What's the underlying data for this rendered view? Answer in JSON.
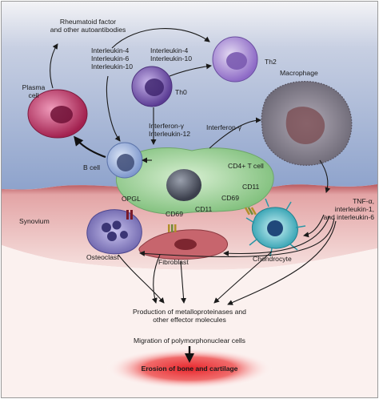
{
  "labels": {
    "rheumatoid": "Rheumatoid factor",
    "autoantibodies": "and other autoantibodies",
    "plasma_cell_1": "Plasma",
    "plasma_cell_2": "cell",
    "il_group_left_1": "Interleukin-4",
    "il_group_left_2": "Interleukin-6",
    "il_group_left_3": "Interleukin-10",
    "il_group_top_1": "Interleukin-4",
    "il_group_top_2": "Interleukin-10",
    "th2": "Th2",
    "th0": "Th0",
    "macrophage": "Macrophage",
    "ifn_il12_1": "Interferon-γ",
    "ifn_il12_2": "Interleukin-12",
    "ifn_right": "Interferon-γ",
    "b_cell": "B cell",
    "cd4_t_cell": "CD4+ T cell",
    "opgl": "OPGL",
    "cd11_right": "CD11",
    "cd69_right": "CD69",
    "cd69_left": "CD69",
    "cd11_left": "CD11",
    "tnf_1": "TNF-α,",
    "tnf_2": "interleukin-1,",
    "tnf_3": "and interleukin-6",
    "synovium": "Synovium",
    "osteoclast": "Osteoclast",
    "fibroblast": "Fibroblast",
    "chondrocyte": "Chondrocyte",
    "production_1": "Production of metalloproteinases and",
    "production_2": "other effector molecules",
    "migration": "Migration of polymorphonuclear cells",
    "erosion": "Erosion of bone and cartilage"
  },
  "colors": {
    "background_top": "#a9b9d6",
    "synovium_pink": "#e2a3a6",
    "erosion_red": "#e22a2a",
    "t_cell_green": "#a9d6a5",
    "plasma_magenta": "#c2396c",
    "b_cell_blue": "#8fa7d6",
    "th_purple": "#8b67c2",
    "macrophage_gray": "#8f8b96",
    "osteoclast_violet": "#8d83c6",
    "fibroblast_rose": "#c7656d",
    "chondrocyte_teal": "#4fbcc6"
  }
}
